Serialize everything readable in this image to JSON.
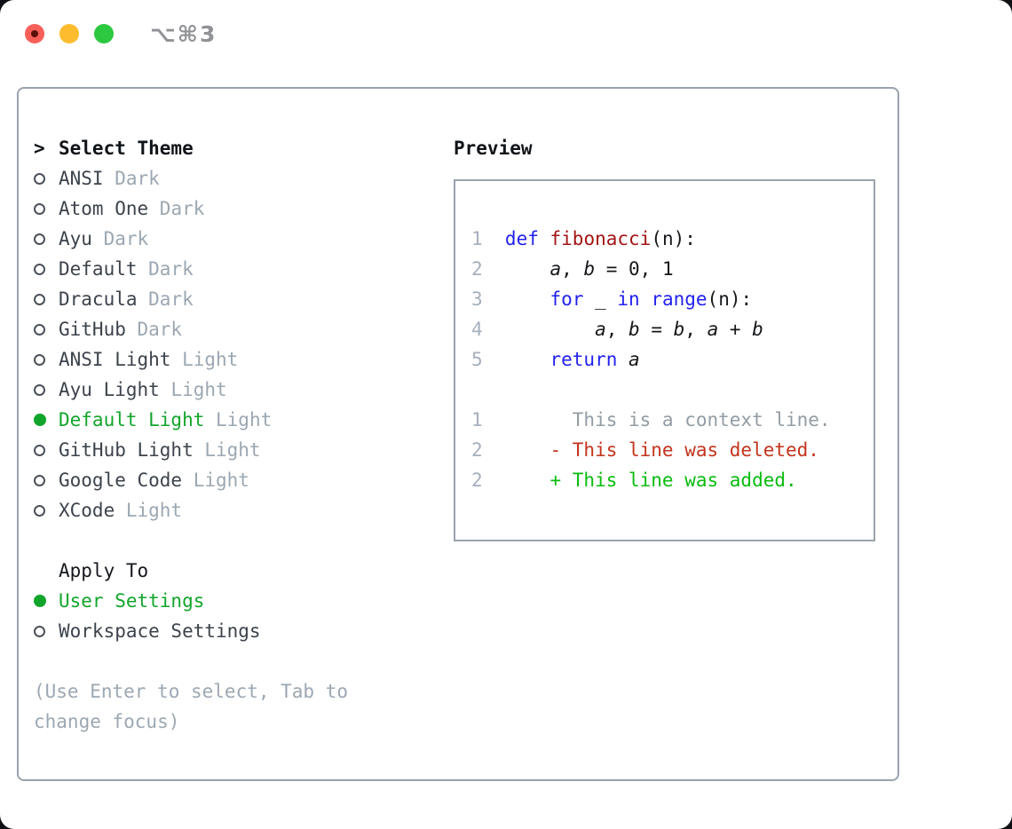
{
  "window": {
    "shortcut_label": "⌥⌘3"
  },
  "colors": {
    "accent_green": "#12a52b",
    "diff_added_green": "#0abc0f",
    "diff_deleted_red": "#c3331c",
    "keyword_blue": "#2222ee",
    "function_red": "#a31616",
    "muted_gray": "#9ca7b2",
    "border_gray": "#9aa3ae",
    "traffic_red": "#f75f58",
    "traffic_yellow": "#fdbc2e",
    "traffic_green": "#2bc840"
  },
  "theme": {
    "title": "Select Theme",
    "cursor": ">",
    "items": [
      {
        "name": "ANSI",
        "variant": "Dark",
        "selected": false
      },
      {
        "name": "Atom One",
        "variant": "Dark",
        "selected": false
      },
      {
        "name": "Ayu",
        "variant": "Dark",
        "selected": false
      },
      {
        "name": "Default",
        "variant": "Dark",
        "selected": false
      },
      {
        "name": "Dracula",
        "variant": "Dark",
        "selected": false
      },
      {
        "name": "GitHub",
        "variant": "Dark",
        "selected": false
      },
      {
        "name": "ANSI Light",
        "variant": "Light",
        "selected": false
      },
      {
        "name": "Ayu Light",
        "variant": "Light",
        "selected": false
      },
      {
        "name": "Default Light",
        "variant": "Light",
        "selected": true
      },
      {
        "name": "GitHub Light",
        "variant": "Light",
        "selected": false
      },
      {
        "name": "Google Code",
        "variant": "Light",
        "selected": false
      },
      {
        "name": "XCode",
        "variant": "Light",
        "selected": false
      }
    ]
  },
  "apply": {
    "title": "Apply To",
    "options": [
      {
        "label": "User Settings",
        "selected": true
      },
      {
        "label": "Workspace Settings",
        "selected": false
      }
    ]
  },
  "hint": "(Use Enter to select, Tab to change focus)",
  "preview": {
    "title": "Preview",
    "lines": [
      {
        "ln": "1",
        "segs": [
          {
            "t": "def",
            "c": "kw"
          },
          {
            "t": " ",
            "c": "pl"
          },
          {
            "t": "fibonacci",
            "c": "fn"
          },
          {
            "t": "(n):",
            "c": "pl"
          }
        ]
      },
      {
        "ln": "2",
        "segs": [
          {
            "t": "    ",
            "c": "pl"
          },
          {
            "t": "a",
            "c": "var"
          },
          {
            "t": ", ",
            "c": "pl"
          },
          {
            "t": "b",
            "c": "var"
          },
          {
            "t": " = 0, 1",
            "c": "pl"
          }
        ]
      },
      {
        "ln": "3",
        "segs": [
          {
            "t": "    ",
            "c": "pl"
          },
          {
            "t": "for",
            "c": "kw"
          },
          {
            "t": " _ ",
            "c": "pl"
          },
          {
            "t": "in",
            "c": "kw"
          },
          {
            "t": " ",
            "c": "pl"
          },
          {
            "t": "range",
            "c": "kw"
          },
          {
            "t": "(n):",
            "c": "pl"
          }
        ]
      },
      {
        "ln": "4",
        "segs": [
          {
            "t": "        ",
            "c": "pl"
          },
          {
            "t": "a",
            "c": "var"
          },
          {
            "t": ", ",
            "c": "pl"
          },
          {
            "t": "b",
            "c": "var"
          },
          {
            "t": " = ",
            "c": "pl"
          },
          {
            "t": "b",
            "c": "var"
          },
          {
            "t": ", ",
            "c": "pl"
          },
          {
            "t": "a",
            "c": "var"
          },
          {
            "t": " + ",
            "c": "pl"
          },
          {
            "t": "b",
            "c": "var"
          }
        ]
      },
      {
        "ln": "5",
        "segs": [
          {
            "t": "    ",
            "c": "pl"
          },
          {
            "t": "return",
            "c": "kw"
          },
          {
            "t": " ",
            "c": "pl"
          },
          {
            "t": "a",
            "c": "var"
          }
        ]
      },
      {
        "ln": "1",
        "segs": [
          {
            "t": "      This is a context line.",
            "c": "ctx"
          }
        ]
      },
      {
        "ln": "2",
        "segs": [
          {
            "t": "    - This line was deleted.",
            "c": "del"
          }
        ]
      },
      {
        "ln": "2",
        "segs": [
          {
            "t": "    + This line was added.",
            "c": "add"
          }
        ]
      }
    ]
  }
}
